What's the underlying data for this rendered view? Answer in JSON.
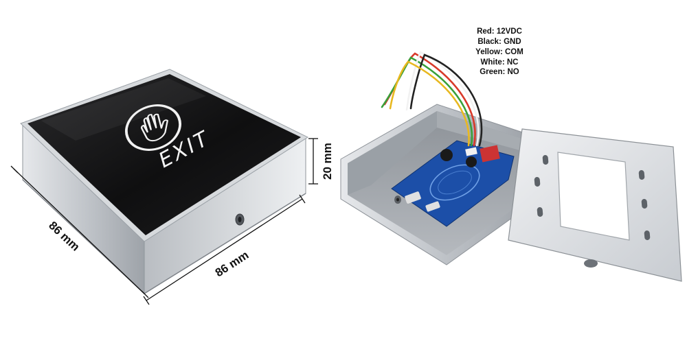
{
  "product": {
    "button_label": "EXIT",
    "dimensions": {
      "depth": "86 mm",
      "width": "86 mm",
      "height": "20 mm"
    }
  },
  "wiring": [
    {
      "label": "Red: 12VDC",
      "color": "#d83a2a"
    },
    {
      "label": "Black: GND",
      "color": "#222222"
    },
    {
      "label": "Yellow: COM",
      "color": "#e8b820"
    },
    {
      "label": "White: NC",
      "color": "#f2f2f2"
    },
    {
      "label": "Green: NO",
      "color": "#3aa03a"
    }
  ],
  "colors": {
    "panel_black": "#141414",
    "housing_silver": "#c9cdd2",
    "pcb_blue": "#1c4fa8"
  }
}
